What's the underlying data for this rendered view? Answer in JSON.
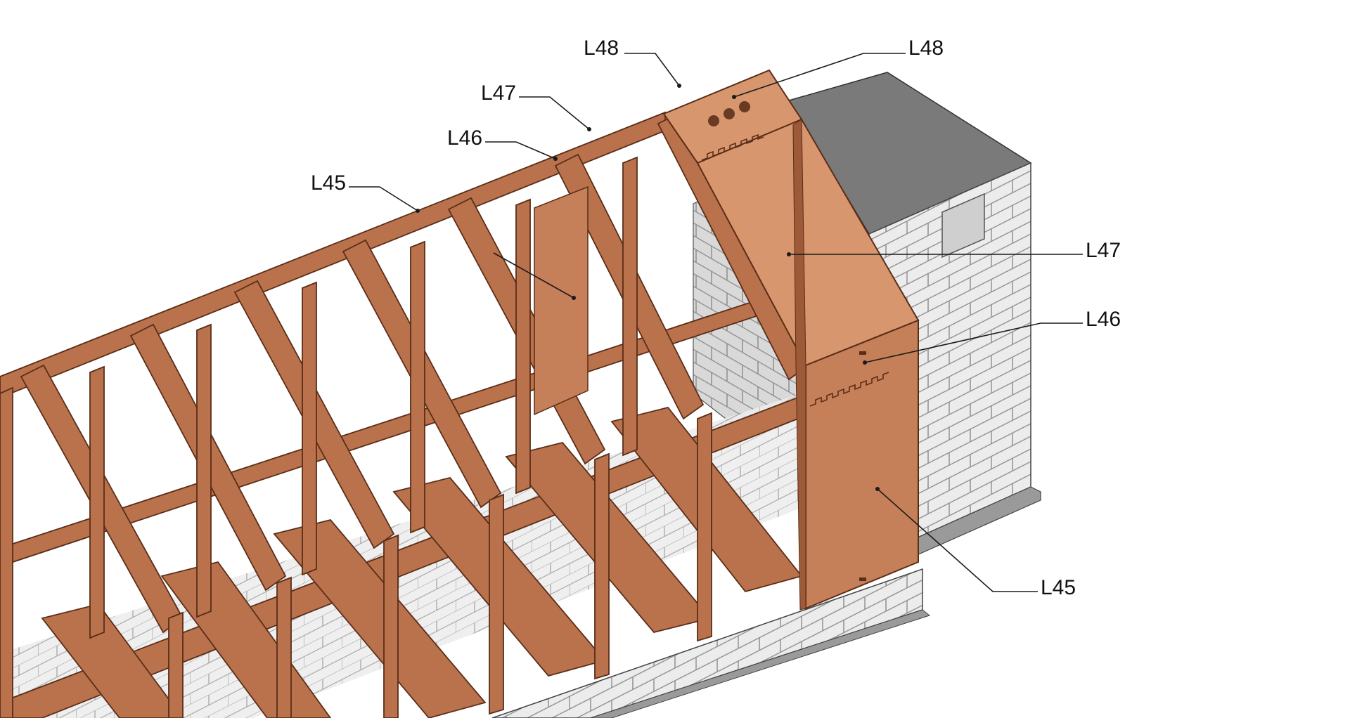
{
  "labels": {
    "l48_top": "L48",
    "l48_top_right": "L48",
    "l47_top": "L47",
    "l46_top": "L46",
    "l45_top": "L45",
    "l47_right": "L47",
    "l46_right": "L46",
    "l45_right": "L45"
  },
  "colors": {
    "wood_frame": "#B9724C",
    "wood_edge": "#5a2d18",
    "panel_light": "#D8966E",
    "panel_mid": "#C57F59",
    "brick_face": "#EAEAEA",
    "brick_shade": "#D8D8D8",
    "brick_line": "#8c8c8c",
    "slab_top": "#7A7A7A"
  }
}
